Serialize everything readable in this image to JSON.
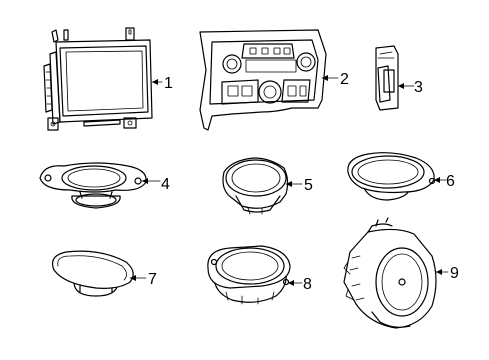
{
  "callouts": [
    {
      "id": 1,
      "label": "1"
    },
    {
      "id": 2,
      "label": "2"
    },
    {
      "id": 3,
      "label": "3"
    },
    {
      "id": 4,
      "label": "4"
    },
    {
      "id": 5,
      "label": "5"
    },
    {
      "id": 6,
      "label": "6"
    },
    {
      "id": 7,
      "label": "7"
    },
    {
      "id": 8,
      "label": "8"
    },
    {
      "id": 9,
      "label": "9"
    }
  ],
  "parts": [
    {
      "id": 1,
      "icon": "display-screen-icon"
    },
    {
      "id": 2,
      "icon": "climate-control-panel-icon"
    },
    {
      "id": 3,
      "icon": "bracket-icon"
    },
    {
      "id": 4,
      "icon": "flange-speaker-icon"
    },
    {
      "id": 5,
      "icon": "round-speaker-icon"
    },
    {
      "id": 6,
      "icon": "dome-speaker-icon"
    },
    {
      "id": 7,
      "icon": "oval-speaker-icon"
    },
    {
      "id": 8,
      "icon": "mount-speaker-icon"
    },
    {
      "id": 9,
      "icon": "subwoofer-icon"
    }
  ]
}
